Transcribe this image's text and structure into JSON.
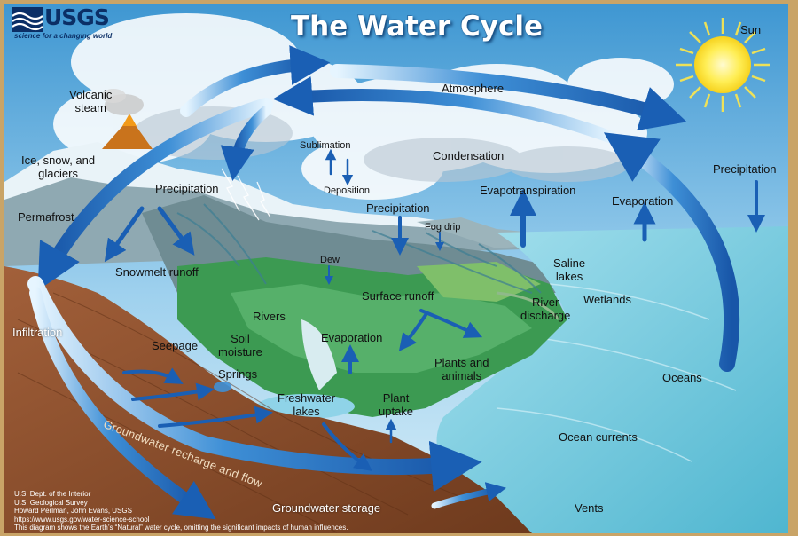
{
  "header": {
    "title": "The Water Cycle",
    "logo": {
      "name": "USGS",
      "tagline": "science for a changing world"
    }
  },
  "labels": {
    "sun": "Sun",
    "atmosphere": "Atmosphere",
    "volcanic_steam": [
      "Volcanic",
      "steam"
    ],
    "ice_snow_glaciers": [
      "Ice, snow, and",
      "glaciers"
    ],
    "permafrost": "Permafrost",
    "precipitation_left": "Precipitation",
    "sublimation": "Sublimation",
    "deposition": "Deposition",
    "condensation": "Condensation",
    "evapotranspiration": "Evapotranspiration",
    "evaporation_ocean": "Evaporation",
    "precipitation_ocean": "Precipitation",
    "precipitation_mid": "Precipitation",
    "fog_drip": "Fog drip",
    "dew": "Dew",
    "snowmelt_runoff": "Snowmelt runoff",
    "saline_lakes": [
      "Saline",
      "lakes"
    ],
    "wetlands": "Wetlands",
    "river_discharge": [
      "River",
      "discharge"
    ],
    "surface_runoff": "Surface runoff",
    "rivers": "Rivers",
    "infiltration": "Infiltration",
    "seepage": "Seepage",
    "soil_moisture": [
      "Soil",
      "moisture"
    ],
    "springs": "Springs",
    "evaporation_lake": "Evaporation",
    "plants_animals": [
      "Plants and",
      "animals"
    ],
    "oceans": "Oceans",
    "freshwater_lakes": [
      "Freshwater",
      "lakes"
    ],
    "plant_uptake": [
      "Plant",
      "uptake"
    ],
    "ocean_currents": "Ocean currents",
    "groundwater_flow": "Groundwater recharge and flow",
    "groundwater_storage": "Groundwater storage",
    "vents": "Vents"
  },
  "credits": [
    "U.S. Dept. of the Interior",
    "U.S. Geological Survey",
    "Howard Perlman, John Evans, USGS",
    "https://www.usgs.gov/water-science-school",
    "This diagram shows the Earth’s “Natural” water cycle, omitting the significant impacts of human influences."
  ],
  "colors": {
    "frame": "#c9a467",
    "sky_top": "#3f97d2",
    "sky_bottom": "#d8eef8",
    "ocean": "#7fd0e2",
    "ocean_deep": "#4fb6d0",
    "land_green": "#3c9a52",
    "mountain": "#7f9aa4",
    "soil": "#8a4e2a",
    "arrow": "#1f6cc0",
    "arrow_light": "#bfe3fb",
    "sun": "#ffe84a",
    "title_text": "#ffffff",
    "logo": "#0b2f66"
  }
}
